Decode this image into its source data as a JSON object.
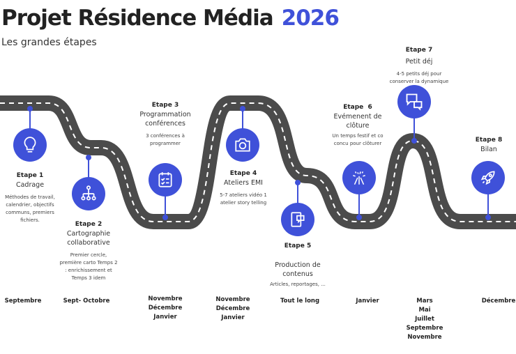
{
  "header": {
    "title": "Projet Résidence Média",
    "year": "2026",
    "subtitle": "Les grandes étapes"
  },
  "accent": "#3f51d9",
  "steps": [
    {
      "step": "Etape 1",
      "name": "Cadrage",
      "desc": "Méthodes de travail, calendrier, objectifs communs, premiers fichiers.",
      "date": "Septembre",
      "icon": "lightbulb-icon"
    },
    {
      "step": "Etape 2",
      "name": "Cartographie collaborative",
      "desc": "Premier cercle, première carto Temps 2 : enrichissement et Temps 3 idem",
      "date": "Sept- Octobre",
      "icon": "hierarchy-icon"
    },
    {
      "step": "Etape 3",
      "name": "Programmation conférences",
      "desc": "3 conférences à programmer",
      "date": "Novembre\nDécembre\nJanvier",
      "icon": "checklist-icon"
    },
    {
      "step": "Etape 4",
      "name": "Ateliers EMI",
      "desc": "5-7 ateliers vidéo 1 atelier story telling",
      "date": "Novembre\nDécembre\nJanvier",
      "icon": "camera-icon"
    },
    {
      "step": "Etape 5",
      "name": "Production de contenus",
      "desc": "Articles, reportages, ...",
      "date": "Tout le long",
      "icon": "tablet-chat-icon"
    },
    {
      "step": "Etape  6",
      "name": "Evémenent de clôture",
      "desc": "Un temps festif et co concu pour clôturer",
      "date": "Janvier",
      "icon": "fireworks-icon"
    },
    {
      "step": "Etape 7",
      "name": "Petit déj",
      "desc": "4-5 petits déj pour conserver la dynamique",
      "date": "Mars\nMai\nJuillet\nSeptembre\nNovembre",
      "icon": "chat-bubbles-icon"
    },
    {
      "step": "Etape 8",
      "name": "Bilan",
      "desc": "",
      "date": "Décembre",
      "icon": "rocket-icon"
    }
  ]
}
